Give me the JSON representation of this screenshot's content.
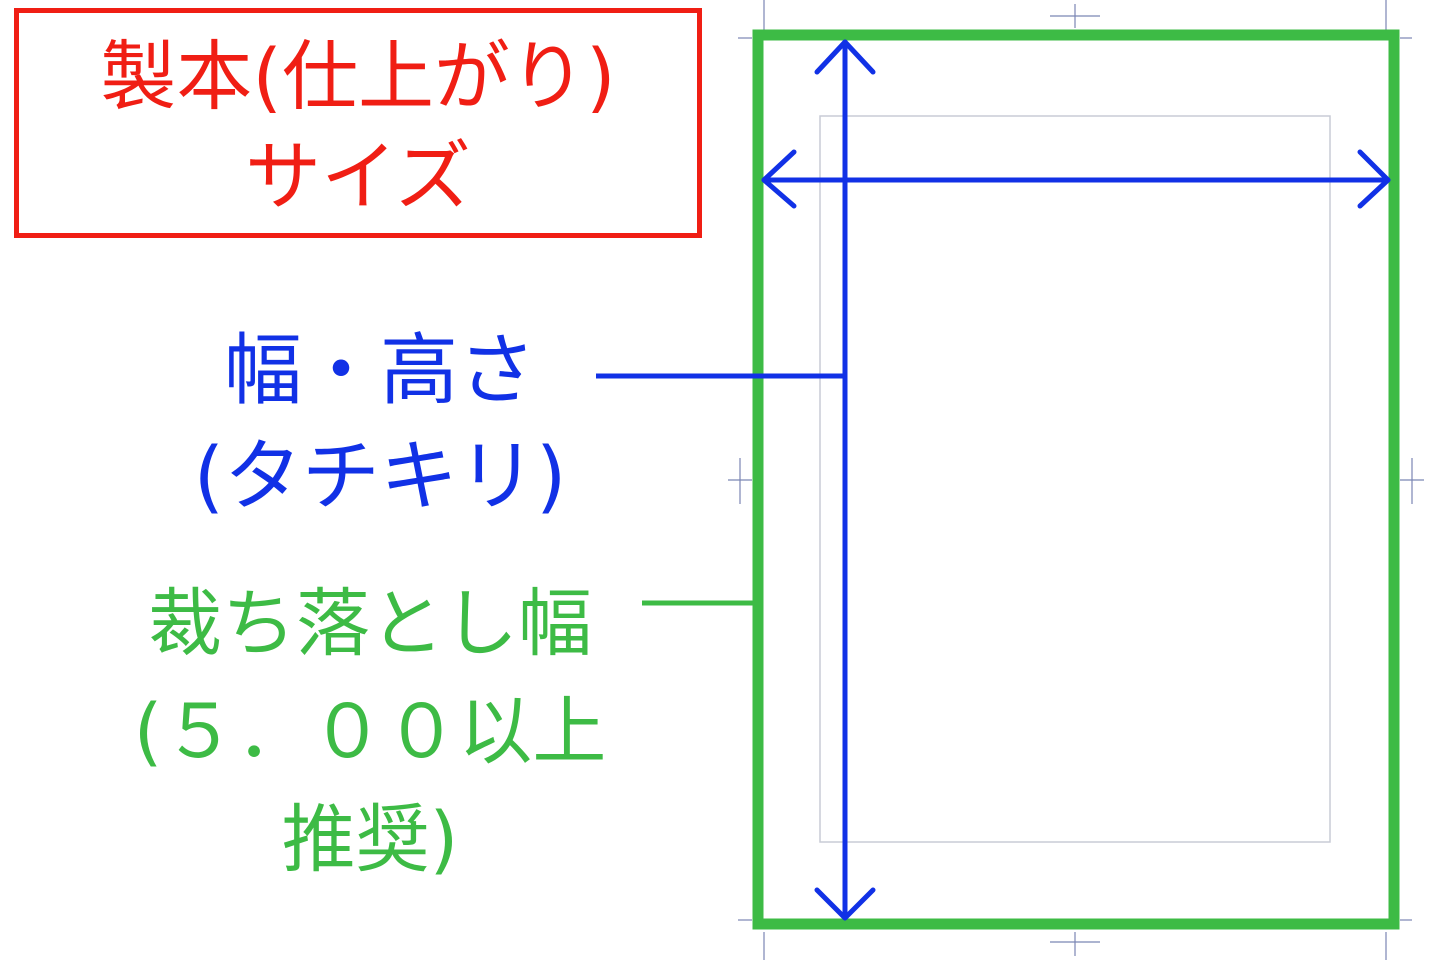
{
  "title_box": {
    "line1": "製本(仕上がり)",
    "line2": "サイズ",
    "color": "#f01e14"
  },
  "trim_label": {
    "line1": "幅・高さ",
    "line2": "(タチキリ)",
    "color": "#1131e6"
  },
  "bleed_label": {
    "line1": "裁ち落とし幅",
    "line2": "(５．００以上",
    "line3": "推奨)",
    "color": "#3dbb45"
  },
  "colors": {
    "page_frame": "#3dbb45",
    "arrows": "#1131e6",
    "guides": "#c8ccd6",
    "crop_marks": "#7a86b4"
  }
}
